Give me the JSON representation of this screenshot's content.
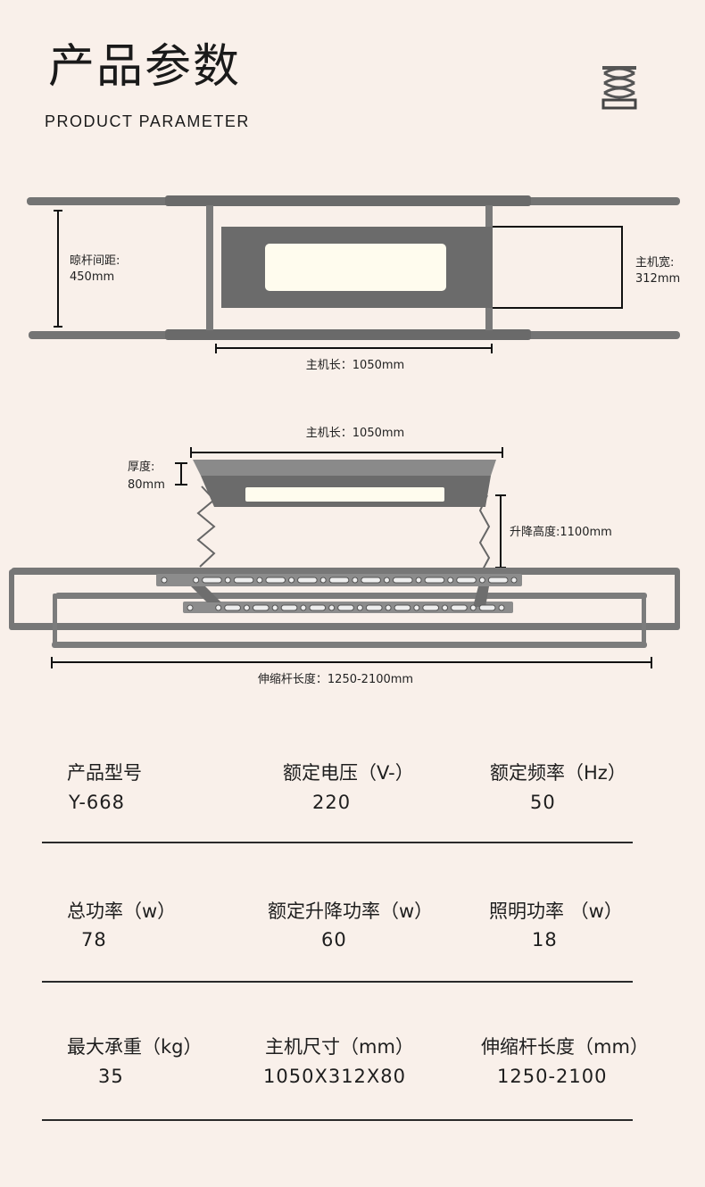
{
  "header": {
    "title": "产品参数",
    "subtitle": "PRODUCT PARAMETER",
    "icon": "scissor-lift-icon"
  },
  "diagram_top": {
    "rod_spacing_label": "晾杆间距:",
    "rod_spacing_value": "450mm",
    "host_width_label": "主机宽:",
    "host_width_value": "312mm",
    "host_length": "主机长：1050mm"
  },
  "diagram_side": {
    "host_length": "主机长：1050mm",
    "thickness_label": "厚度:",
    "thickness_value": "80mm",
    "lift_height": "升降高度:1100mm",
    "rod_length": "伸缩杆长度：1250-2100mm"
  },
  "specs": [
    [
      {
        "label": "产品型号",
        "value": "Y-668"
      },
      {
        "label": "额定电压（V-）",
        "value": "220"
      },
      {
        "label": "额定频率（Hz）",
        "value": "50"
      }
    ],
    [
      {
        "label": "总功率（w）",
        "value": "78"
      },
      {
        "label": "额定升降功率（w）",
        "value": "60"
      },
      {
        "label": "照明功率 （w）",
        "value": "18"
      }
    ],
    [
      {
        "label": "最大承重（kg）",
        "value": "35"
      },
      {
        "label": "主机尺寸（mm）",
        "value": "1050X312X80"
      },
      {
        "label": "伸缩杆长度（mm）",
        "value": "1250-2100"
      }
    ]
  ],
  "colors": {
    "background": "#f9f0ea",
    "metal": "#6f6f6f",
    "light": "#fffcee"
  }
}
